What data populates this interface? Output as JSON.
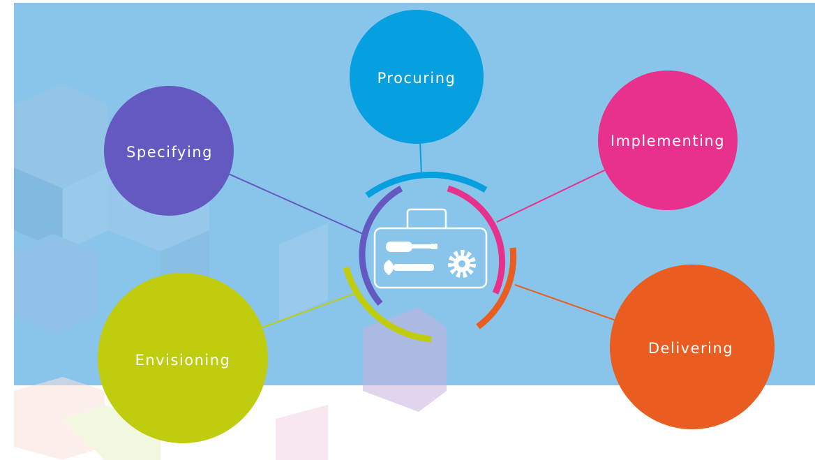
{
  "colors": {
    "sky": "#89c4ea",
    "specifying": "#6359c0",
    "procuring": "#069fe0",
    "implementing": "#e8318d",
    "delivering": "#ea5d20",
    "envisioning": "#bfcd0e",
    "toolbox": "#ffffff"
  },
  "center_icon": "toolbox-icon",
  "nodes": [
    {
      "id": "specifying",
      "label": "Specifying"
    },
    {
      "id": "procuring",
      "label": "Procuring"
    },
    {
      "id": "implementing",
      "label": "Implementing"
    },
    {
      "id": "delivering",
      "label": "Delivering"
    },
    {
      "id": "envisioning",
      "label": "Envisioning"
    }
  ]
}
